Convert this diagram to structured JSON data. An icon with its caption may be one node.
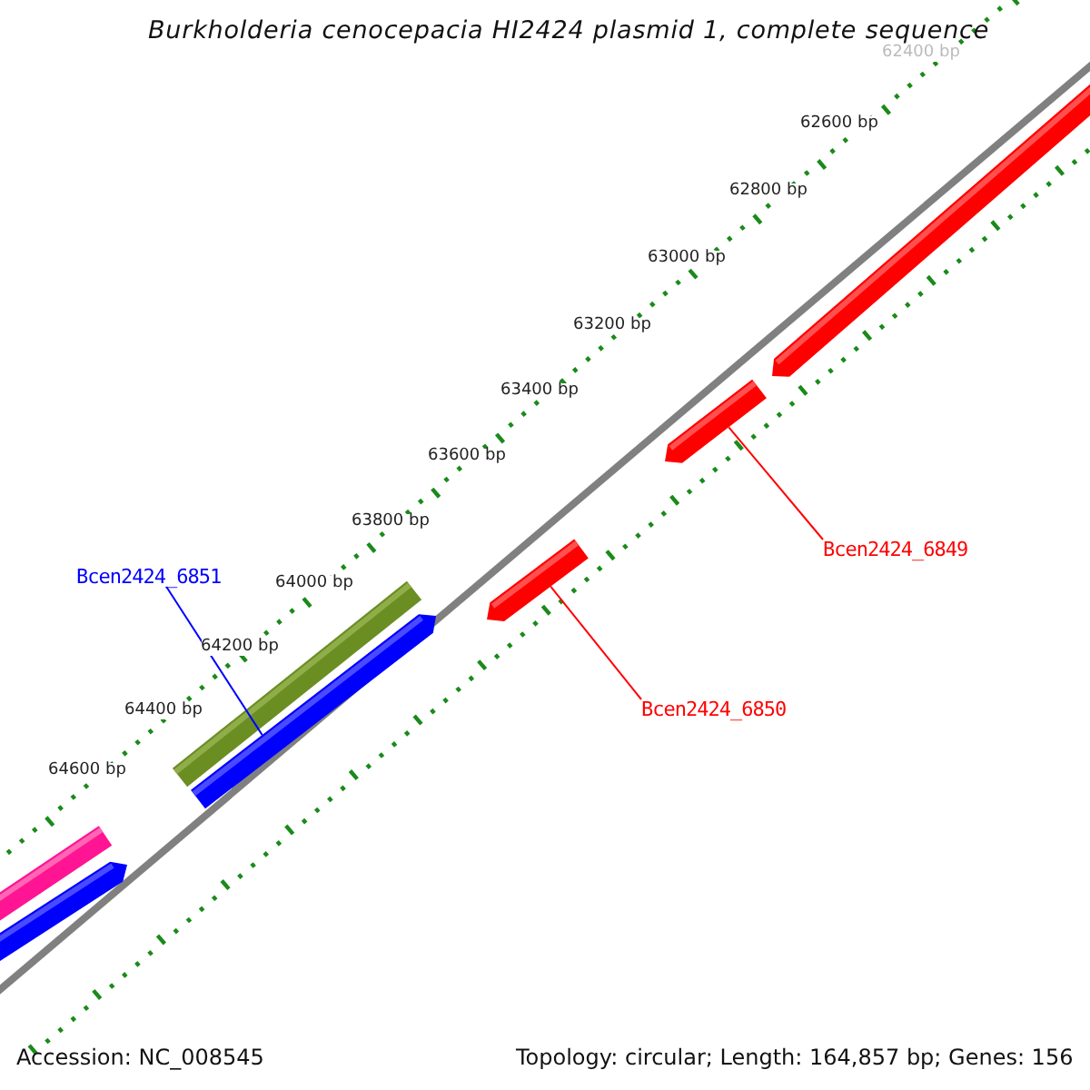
{
  "diagram": {
    "title": "Burkholderia cenocepacia HI2424 plasmid 1, complete sequence",
    "nodes": [
      {
        "text": [
          "Bcen2424_6851"
        ]
      },
      {
        "text": [],
        "shape": "bar"
      },
      {
        "text": [
          "Bcen2424_6850"
        ]
      },
      {
        "text": [],
        "shape": "bar"
      },
      {
        "text": [
          "Bcen2424_6849"
        ]
      },
      {
        "text": [],
        "shape": "bar"
      }
    ],
    "edges": [
      {
        "from": 0,
        "to": 1,
        "arrow": "none",
        "color": "#0000ff"
      },
      {
        "from": 2,
        "to": 3,
        "arrow": "none"
      },
      {
        "from": 4,
        "to": 5,
        "arrow": "none"
      }
    ],
    "labels": [
      "62400 bp",
      "62600 bp",
      "62800 bp",
      "63000 bp",
      "63200 bp",
      "63400 bp",
      "63600 bp",
      "63800 bp",
      "64000 bp",
      "64200 bp",
      "64400 bp",
      "64600 bp",
      "Accession: NC_008545",
      "Topology: circular; Length: 164,857 bp; Genes: 156"
    ]
  }
}
